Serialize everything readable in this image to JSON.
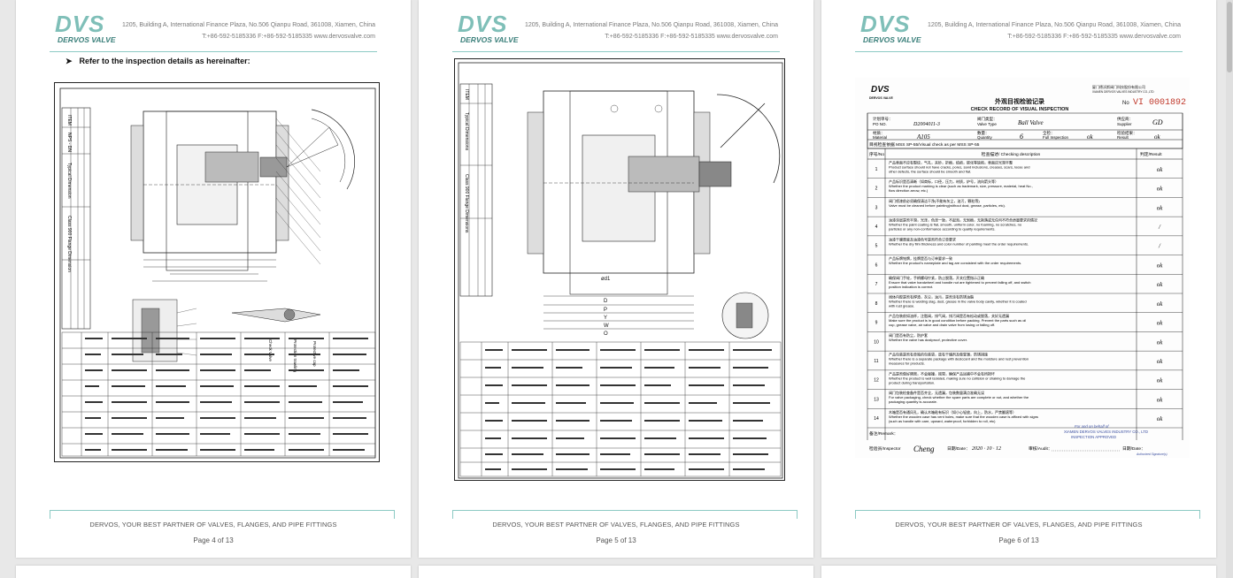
{
  "header": {
    "logo_mark": "DVS",
    "logo_name": "DERVOS VALVE",
    "address_line": "1205, Building A, International Finance Plaza, No.506 Qianpu Road, 361008, Xiamen, China",
    "contact_line": "T:+86-592-5185336   F:+86-592-5185335   www.dervosvalve.com"
  },
  "footer": {
    "slogan": "DERVOS, YOUR BEST PARTNER OF VALVES, FLANGES, AND PIPE FITTINGS"
  },
  "pages": [
    {
      "page_label": "Page 4 of 13",
      "refer_text": "Refer to the inspection details as hereinafter:",
      "bullet": "➤"
    },
    {
      "page_label": "Page 5 of 13"
    },
    {
      "page_label": "Page 6 of 13"
    }
  ],
  "drawing4": {
    "note_title": "Protective cap",
    "note_check": "Check Valve",
    "note_press": "Protection trawling",
    "dims_header": "Class 900 Flange Dimension",
    "item_header": "ITEM",
    "nps_header": "NPS - DN",
    "typical": "Typical Dimension"
  },
  "drawing5": {
    "dims": [
      "ød1",
      "D",
      "P",
      "Y",
      "W",
      "O"
    ],
    "typical": "Typical Dimensions",
    "class": "Class 900 Flange Dimensions",
    "item": "ITEM"
  },
  "inspection": {
    "company_cn": "厦门德沃斯阀门科技股份有限公司",
    "company_en": "XIAMEN DERVOS VALVES INDUSTRY CO.,LTD",
    "title_cn": "外观目视检验记录",
    "title_en": "CHECK RECORD OF VISUAL INSPECTION",
    "no_label": "No",
    "no_value": "VI 0001892",
    "po_label_cn": "计划单号：",
    "po_label_en": "PO NO.",
    "po_value": "D2004011-3",
    "type_label_cn": "阀门类型：",
    "type_label_en": "Valve Type",
    "type_value": "Ball Valve",
    "supplier_cn": "供应商：",
    "supplier_en": "Supplier",
    "supplier_value": "GD",
    "material_cn": "材质：",
    "material_en": "Material",
    "material_value": "A105",
    "qty_cn": "数量：",
    "qty_en": "Quantity",
    "qty_value": "6",
    "full_cn": "全检：",
    "full_en": "Full Inspection",
    "full_value": "ok",
    "result_cn": "检验结果：",
    "result_en": "Result",
    "result_value": "ok",
    "basis": "目视检查依据 MSS SP-55/Visual check as per  MSS SP-55",
    "col_no": "序号/No",
    "col_desc": "检查描述/ Checking description",
    "col_result": "判定/Result",
    "items": [
      {
        "no": "1",
        "cn": "产品表面不应有裂纹，气孔，夹砂，折痕，结疤，碳化等缺陷，表面应光滑平整",
        "en": "Product surface should not have cracks, pores, sand inclusions, creases, scars, loose and other defects, the surface should be smooth and flat.",
        "r": "ok"
      },
      {
        "no": "2",
        "cn": "产品标识是否清晰（如商标，口径，压力，材质，炉号，流向箭头等）",
        "en": "Whether the product marking is clear (such as trademark, size, pressure, material, heat No., flow direction arrow, etc.)",
        "r": "ok"
      },
      {
        "no": "3",
        "cn": "阀门喷漆前必须确保清洁干净(不能有灰尘，油污，颗粒等)",
        "en": "Valve must be cleaned before painting(without dust, grease, particles, etc).",
        "r": "ok"
      },
      {
        "no": "4",
        "cn": "油漆涂层是否平滑，光泽，色泽一致，不起泡，无划痕，无剥落或无任何不符合质量要求的情况",
        "en": "Whether the paint coating is flat, smooth, uniform color, no foaming, no scratches, no particles or any non-conformance according to quality requirements.",
        "r": "/"
      },
      {
        "no": "5",
        "cn": "油漆干膜厚度及油漆色号是否符合订单要求",
        "en": "Whether the dry film thickness and color number of painting meet the order requirements.",
        "r": "/"
      },
      {
        "no": "6",
        "cn": "产品标牌铭牌，挂牌是否与订单要求一致",
        "en": "Whether the product's nameplate and tag are consistent with the order requirements.",
        "r": "ok"
      },
      {
        "no": "7",
        "cn": "确保阀门手轮，手柄螺母拧紧，防止脱落，开关位置指示正确",
        "en": "Ensure that valve handwheel and handle nut are tightened to prevent falling off, and switch position indication is correct.",
        "r": "ok"
      },
      {
        "no": "8",
        "cn": "阀体内腔是否有焊渣，灰尘，油污，是否涂有防锈油脂",
        "en": "Whether there is welding slag, dust, grease in the valve body cavity, whether it is coated with rust grease.",
        "r": "ok"
      },
      {
        "no": "9",
        "cn": "产品包装前如油杯，注脂阀，排气阀，排污阀是否有松动或脱落，关好无遗漏",
        "en": "Make sure the product is in good condition before packing. Prevent the parts such as oil cup, grease valve, air valve and drain valve from losing or falling off.",
        "r": "ok"
      },
      {
        "no": "10",
        "cn": "阀门是否有防尘，防护套",
        "en": "Whether the valve has dustproof, protective cover.",
        "r": "ok"
      },
      {
        "no": "11",
        "cn": "产品包装是否有单独的包装袋，放有干燥剂及做受潮，防锈措施",
        "en": "Whether there is a separate package with desiccant and the moisture and rust prevention measures for products.",
        "r": "ok"
      },
      {
        "no": "12",
        "cn": "产品是否做好隔离，不会碰撞，摇晃，确保产品运输中不会有所损坏",
        "en": "Whether the product is well isolated, making sure no collision or shaking to damage the product during transportation.",
        "r": "ok"
      },
      {
        "no": "13",
        "cn": "阀门包装检查备件是否齐全，无遗漏，包装数量满点准确无误",
        "en": "For valve packaging, check whether the spare parts are complete or not, and whether the packaging quantity is accurate.",
        "r": "ok"
      },
      {
        "no": "14",
        "cn": "木箱是否有通风孔，确认木箱粘有标识（如小心轻放，向上，防水，严禁翻滚等）",
        "en": "Whether the wooden case has vent holes, make sure that the wooden case is affixed with signs (such as handle with care, upward, waterproof,  forbidden to roll, etc)",
        "r": "ok"
      }
    ],
    "remark": "备注/Remark：",
    "stamp_top": "For and on behalf of",
    "stamp_company": "XIAMEN DERVOS VALVES INDUSTRY CO., LTD",
    "stamp_approved": "INSPECTION APPROVED",
    "inspector_label": "检验员/Inspector",
    "inspector_sign": "Cheng",
    "date_label": "日期/Date：",
    "date_value": "2020 · 10 · 12",
    "audit_label": "审核/Audit：",
    "date2_label": "日期/Date：",
    "auth_sig": "Authorized Signature(s)"
  }
}
